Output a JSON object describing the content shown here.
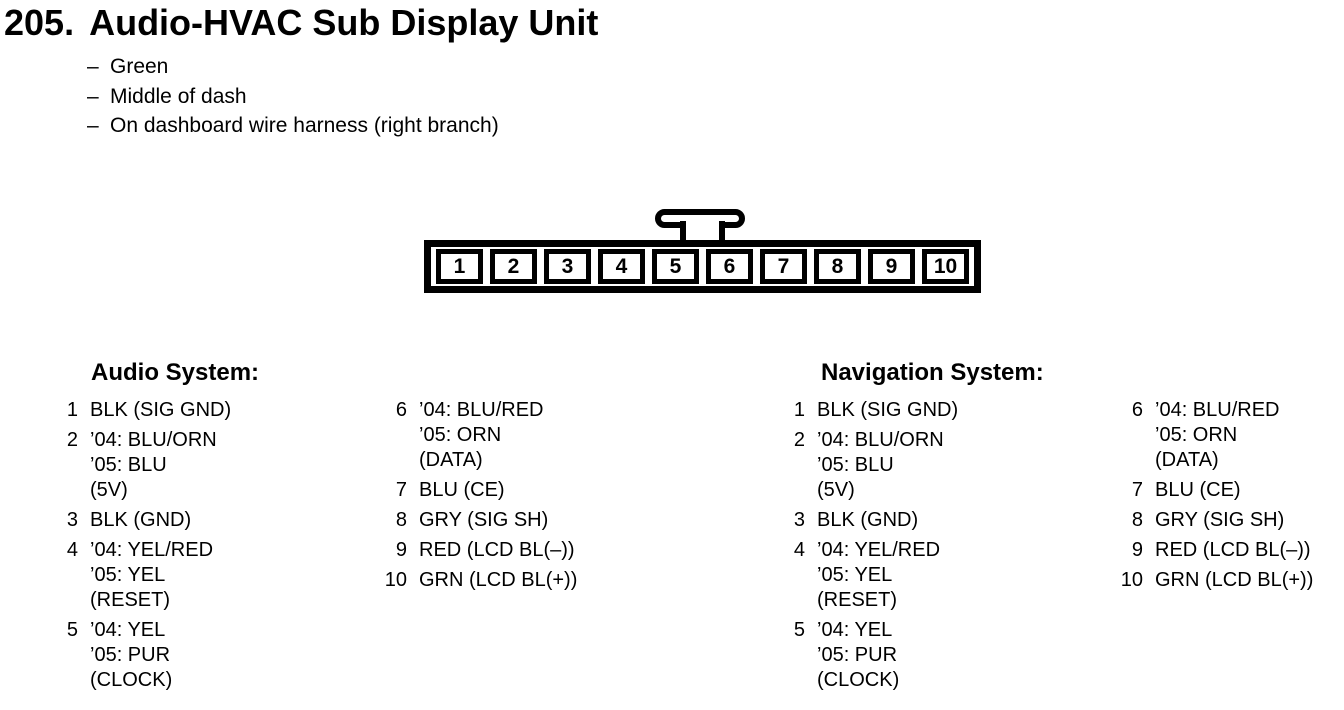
{
  "header": {
    "number": "205.",
    "title": "Audio-HVAC Sub Display Unit",
    "bullet_char": "–",
    "bullets": [
      "Green",
      "Middle of dash",
      "On dashboard wire harness (right branch)"
    ]
  },
  "connector": {
    "description": "10-pin connector, latch tab on top between pins 5 and 6",
    "pins": [
      "1",
      "2",
      "3",
      "4",
      "5",
      "6",
      "7",
      "8",
      "9",
      "10"
    ]
  },
  "sections": [
    {
      "heading": "Audio System:",
      "columns": [
        [
          {
            "pin": "1",
            "lines": [
              "BLK (SIG GND)"
            ]
          },
          {
            "pin": "2",
            "lines": [
              "’04: BLU/ORN",
              "’05: BLU",
              "(5V)"
            ]
          },
          {
            "pin": "3",
            "lines": [
              "BLK (GND)"
            ]
          },
          {
            "pin": "4",
            "lines": [
              "’04: YEL/RED",
              "’05: YEL",
              "(RESET)"
            ]
          },
          {
            "pin": "5",
            "lines": [
              "’04: YEL",
              "’05: PUR",
              "(CLOCK)"
            ]
          }
        ],
        [
          {
            "pin": "6",
            "lines": [
              "’04: BLU/RED",
              "’05: ORN",
              "(DATA)"
            ]
          },
          {
            "pin": "7",
            "lines": [
              "BLU (CE)"
            ]
          },
          {
            "pin": "8",
            "lines": [
              "GRY (SIG SH)"
            ]
          },
          {
            "pin": "9",
            "lines": [
              "RED (LCD BL(–))"
            ]
          },
          {
            "pin": "10",
            "lines": [
              "GRN (LCD BL(+))"
            ]
          }
        ]
      ]
    },
    {
      "heading": "Navigation System:",
      "columns": [
        [
          {
            "pin": "1",
            "lines": [
              "BLK (SIG GND)"
            ]
          },
          {
            "pin": "2",
            "lines": [
              "’04: BLU/ORN",
              "’05: BLU",
              "(5V)"
            ]
          },
          {
            "pin": "3",
            "lines": [
              "BLK (GND)"
            ]
          },
          {
            "pin": "4",
            "lines": [
              "’04: YEL/RED",
              "’05: YEL",
              "(RESET)"
            ]
          },
          {
            "pin": "5",
            "lines": [
              "’04: YEL",
              "’05: PUR",
              "(CLOCK)"
            ]
          }
        ],
        [
          {
            "pin": "6",
            "lines": [
              "’04: BLU/RED",
              "’05: ORN",
              "(DATA)"
            ]
          },
          {
            "pin": "7",
            "lines": [
              "BLU (CE)"
            ]
          },
          {
            "pin": "8",
            "lines": [
              "GRY (SIG SH)"
            ]
          },
          {
            "pin": "9",
            "lines": [
              "RED (LCD BL(–))"
            ]
          },
          {
            "pin": "10",
            "lines": [
              "GRN (LCD BL(+))"
            ]
          }
        ]
      ]
    }
  ],
  "colors": {
    "ink": "#000000",
    "paper": "#ffffff"
  }
}
